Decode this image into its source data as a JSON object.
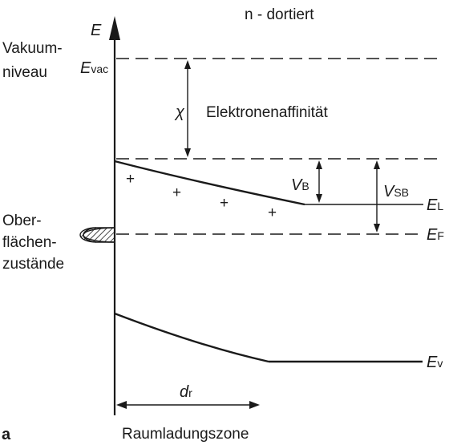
{
  "title": "n - dortiert",
  "axis_label": "E",
  "left_labels": {
    "vacuum_line1": "Vakuum-",
    "vacuum_line2": "niveau",
    "surface_line1": "Ober-",
    "surface_line2": "flächen-",
    "surface_line3": "zustände"
  },
  "levels": {
    "evac_main": "E",
    "evac_sub": "vac",
    "el_main": "E",
    "el_sub": "L",
    "ef_main": "E",
    "ef_sub": "F",
    "ev_main": "E",
    "ev_sub": "v"
  },
  "chi_symbol": "χ",
  "chi_label": "Elektronenaffinität",
  "vb_main": "V",
  "vb_sub": "B",
  "vsb_main": "V",
  "vsb_sub": "SB",
  "plus_sign": "+",
  "dr_main": "d",
  "dr_sub": "r",
  "region_label": "Raumladungszone",
  "panel_label": "a"
}
